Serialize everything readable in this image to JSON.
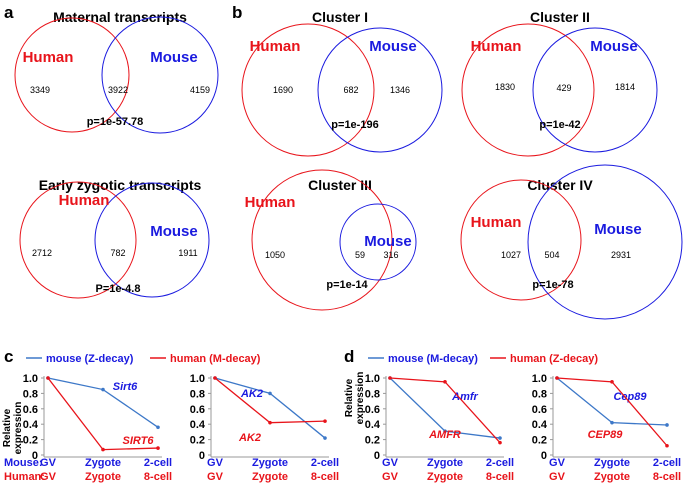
{
  "panels": {
    "a": "a",
    "b": "b",
    "c": "c",
    "d": "d"
  },
  "colors": {
    "human": "#e8141b",
    "mouse": "#1a1adf",
    "human_line": "#e8141b",
    "mouse_line": "#3d78c8"
  },
  "venns": [
    {
      "title": "Maternal transcripts",
      "left_label": "Human",
      "right_label": "Mouse",
      "left_only": "3349",
      "overlap": "3922",
      "right_only": "4159",
      "p": "p=1e-57.78"
    },
    {
      "title": "Cluster I",
      "left_label": "Human",
      "right_label": "Mouse",
      "left_only": "1690",
      "overlap": "682",
      "right_only": "1346",
      "p": "p=1e-196"
    },
    {
      "title": "Cluster II",
      "left_label": "Human",
      "right_label": "Mouse",
      "left_only": "1830",
      "overlap": "429",
      "right_only": "1814",
      "p": "p=1e-42"
    },
    {
      "title": "Early zygotic transcripts",
      "left_label": "Human",
      "right_label": "Mouse",
      "left_only": "2712",
      "overlap": "782",
      "right_only": "1911",
      "p": "P=1e-4.8"
    },
    {
      "title": "Cluster III",
      "left_label": "Human",
      "right_label": "Mouse",
      "left_only": "1050",
      "overlap": "59",
      "right_only": "316",
      "p": "p=1e-14"
    },
    {
      "title": "Cluster IV",
      "left_label": "Human",
      "right_label": "Mouse",
      "left_only": "1027",
      "overlap": "504",
      "right_only": "2931",
      "p": "p=1e-78"
    }
  ],
  "legend_c": {
    "mouse": "mouse (Z-decay)",
    "human": "human (M-decay)"
  },
  "legend_d": {
    "mouse": "mouse (M-decay)",
    "human": "human (Z-decay)"
  },
  "ylabel_line1": "Relative",
  "ylabel_line2": "expression",
  "row_labels": {
    "mouse": "Mouse:",
    "human": "Human:"
  },
  "chart_data": [
    {
      "type": "line",
      "panel": "c",
      "title": "",
      "x_mouse": [
        "GV",
        "Zygote",
        "2-cell"
      ],
      "x_human": [
        "GV",
        "Zygote",
        "8-cell"
      ],
      "ylabel": "Relative expression",
      "ylim": [
        0,
        1.0
      ],
      "yticks": [
        "0",
        "0.2",
        "0.4",
        "0.6",
        "0.8",
        "1.0"
      ],
      "series": [
        {
          "name": "Sirt6",
          "species": "mouse",
          "values": [
            1.0,
            0.85,
            0.36
          ]
        },
        {
          "name": "SIRT6",
          "species": "human",
          "values": [
            1.0,
            0.07,
            0.09
          ]
        }
      ]
    },
    {
      "type": "line",
      "panel": "c",
      "title": "",
      "x_mouse": [
        "GV",
        "Zygote",
        "2-cell"
      ],
      "x_human": [
        "GV",
        "Zygote",
        "8-cell"
      ],
      "ylabel": "",
      "ylim": [
        0,
        1.0
      ],
      "yticks": [
        "0",
        "0.2",
        "0.4",
        "0.6",
        "0.8",
        "1.0"
      ],
      "series": [
        {
          "name": "AK2",
          "species": "mouse",
          "values": [
            1.0,
            0.8,
            0.22
          ]
        },
        {
          "name": "AK2",
          "species": "human",
          "values": [
            1.0,
            0.42,
            0.44
          ]
        }
      ]
    },
    {
      "type": "line",
      "panel": "d",
      "title": "",
      "x_mouse": [
        "GV",
        "Zygote",
        "2-cell"
      ],
      "x_human": [
        "GV",
        "Zygote",
        "8-cell"
      ],
      "ylabel": "Relative expression",
      "ylim": [
        0,
        1.0
      ],
      "yticks": [
        "0",
        "0.2",
        "0.4",
        "0.6",
        "0.8",
        "1.0"
      ],
      "series": [
        {
          "name": "Amfr",
          "species": "mouse",
          "values": [
            1.0,
            0.31,
            0.22
          ]
        },
        {
          "name": "AMFR",
          "species": "human",
          "values": [
            1.0,
            0.95,
            0.16
          ]
        }
      ]
    },
    {
      "type": "line",
      "panel": "d",
      "title": "",
      "x_mouse": [
        "GV",
        "Zygote",
        "2-cell"
      ],
      "x_human": [
        "GV",
        "Zygote",
        "8-cell"
      ],
      "ylabel": "",
      "ylim": [
        0,
        1.0
      ],
      "yticks": [
        "0",
        "0.2",
        "0.4",
        "0.6",
        "0.8",
        "1.0"
      ],
      "series": [
        {
          "name": "Cep89",
          "species": "mouse",
          "values": [
            1.0,
            0.42,
            0.39
          ]
        },
        {
          "name": "CEP89",
          "species": "human",
          "values": [
            1.0,
            0.95,
            0.12
          ]
        }
      ]
    }
  ]
}
